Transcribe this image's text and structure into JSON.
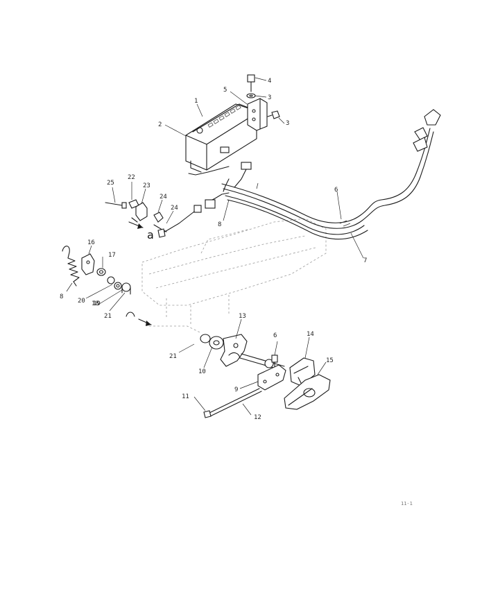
{
  "diagram": {
    "callouts": [
      {
        "id": "c1",
        "text": "1"
      },
      {
        "id": "c2",
        "text": "2"
      },
      {
        "id": "c3a",
        "text": "3"
      },
      {
        "id": "c3b",
        "text": "3"
      },
      {
        "id": "c4",
        "text": "4"
      },
      {
        "id": "c5",
        "text": "5"
      },
      {
        "id": "c6",
        "text": "6"
      },
      {
        "id": "c6b",
        "text": "6"
      },
      {
        "id": "c7",
        "text": "7"
      },
      {
        "id": "c8",
        "text": "8"
      },
      {
        "id": "c8b",
        "text": "8"
      },
      {
        "id": "c9",
        "text": "9"
      },
      {
        "id": "c10",
        "text": "10"
      },
      {
        "id": "c11",
        "text": "11"
      },
      {
        "id": "c12",
        "text": "12"
      },
      {
        "id": "c13",
        "text": "13"
      },
      {
        "id": "c14",
        "text": "14"
      },
      {
        "id": "c15",
        "text": "15"
      },
      {
        "id": "c16",
        "text": "16"
      },
      {
        "id": "c17",
        "text": "17"
      },
      {
        "id": "c18",
        "text": "18"
      },
      {
        "id": "c19",
        "text": "19"
      },
      {
        "id": "c20",
        "text": "20"
      },
      {
        "id": "c21a",
        "text": "21"
      },
      {
        "id": "c21b",
        "text": "21"
      },
      {
        "id": "c22",
        "text": "22"
      },
      {
        "id": "c23",
        "text": "23"
      },
      {
        "id": "c24a",
        "text": "24"
      },
      {
        "id": "c24b",
        "text": "24"
      },
      {
        "id": "c25",
        "text": "25"
      }
    ],
    "view_marker": "a",
    "page_ref": "11-1"
  }
}
